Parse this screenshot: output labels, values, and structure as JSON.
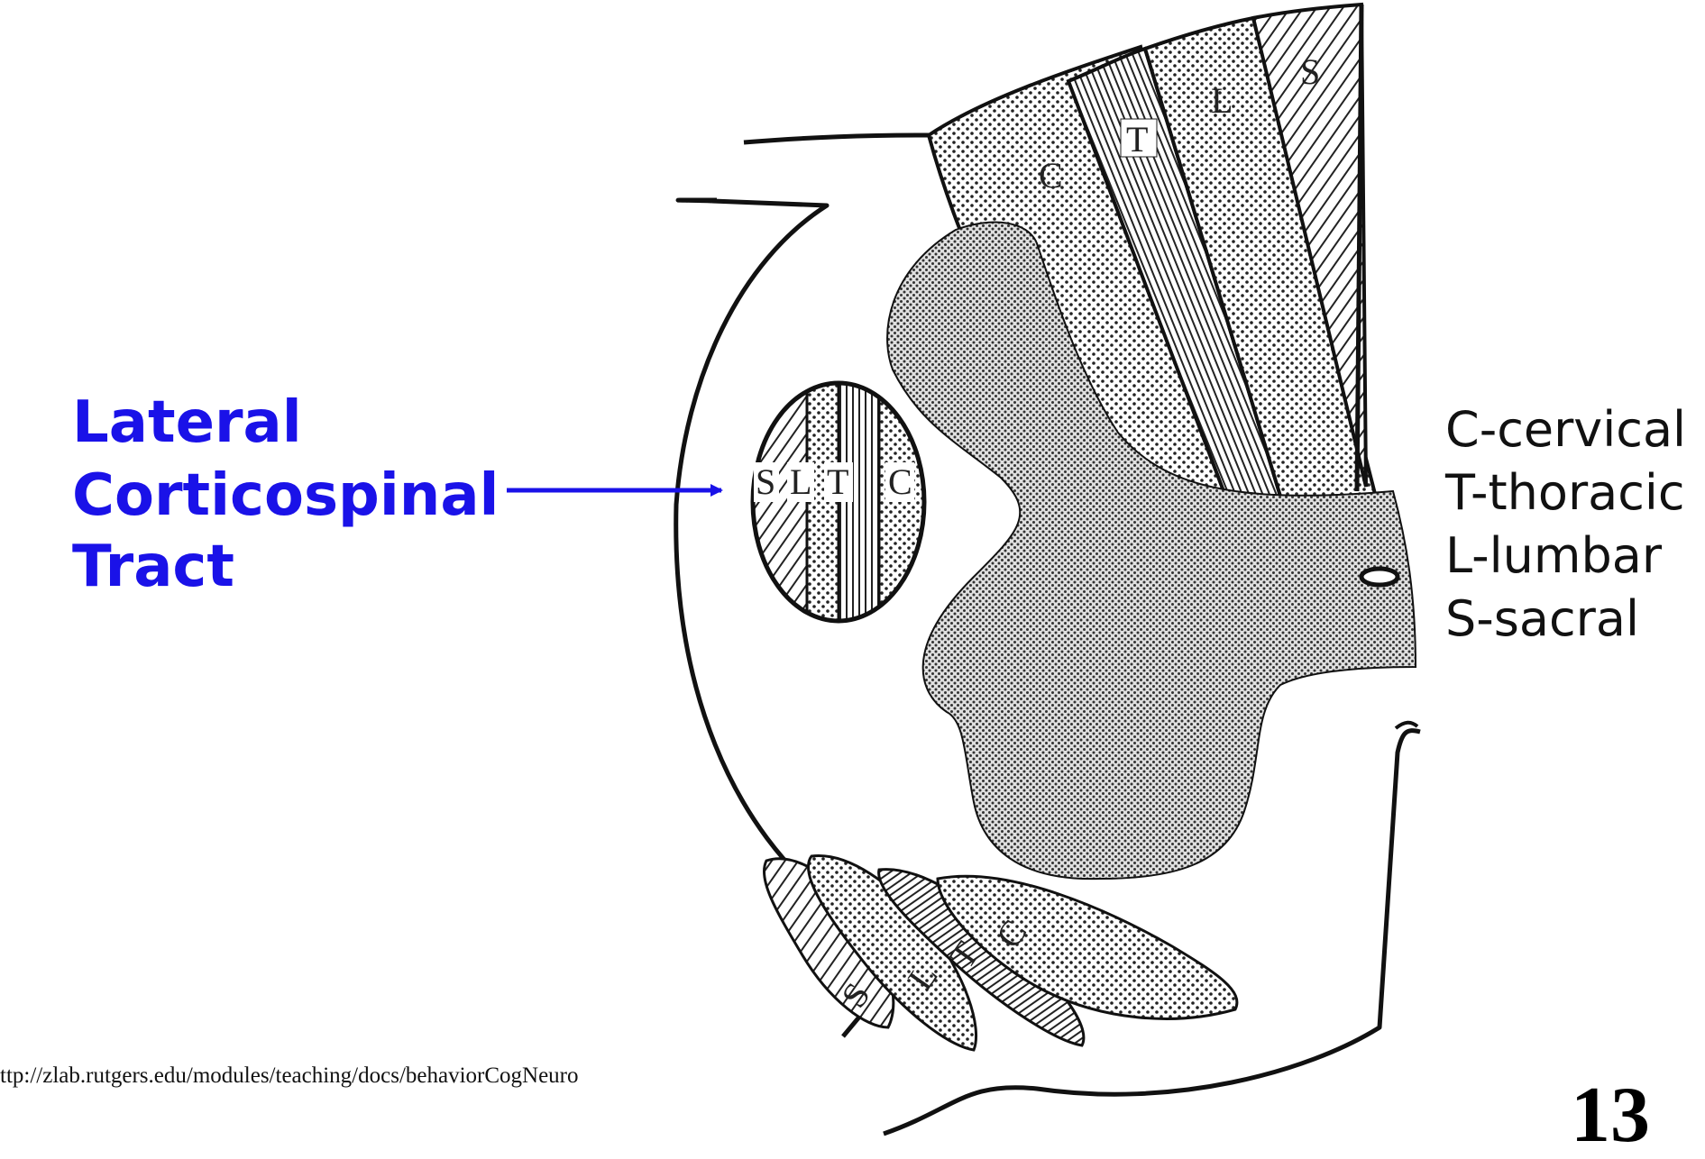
{
  "title_lines": [
    "Lateral",
    "Corticospinal",
    "Tract"
  ],
  "legend": [
    "C-cervical",
    "T-thoracic",
    "L-lumbar",
    "S-sacral"
  ],
  "labels": {
    "dorsal_segments": [
      "C",
      "T",
      "L",
      "S"
    ],
    "lateral_segments": [
      "S",
      "L",
      "T",
      "C"
    ],
    "ventral_segments": [
      "S",
      "L",
      "T",
      "C"
    ]
  },
  "source_url": "ttp://zlab.rutgers.edu/modules/teaching/docs/behaviorCogNeuro",
  "page_number": "13",
  "colors": {
    "title": "#1a12e8",
    "arrow": "#1a12e8",
    "line": "#111111"
  }
}
